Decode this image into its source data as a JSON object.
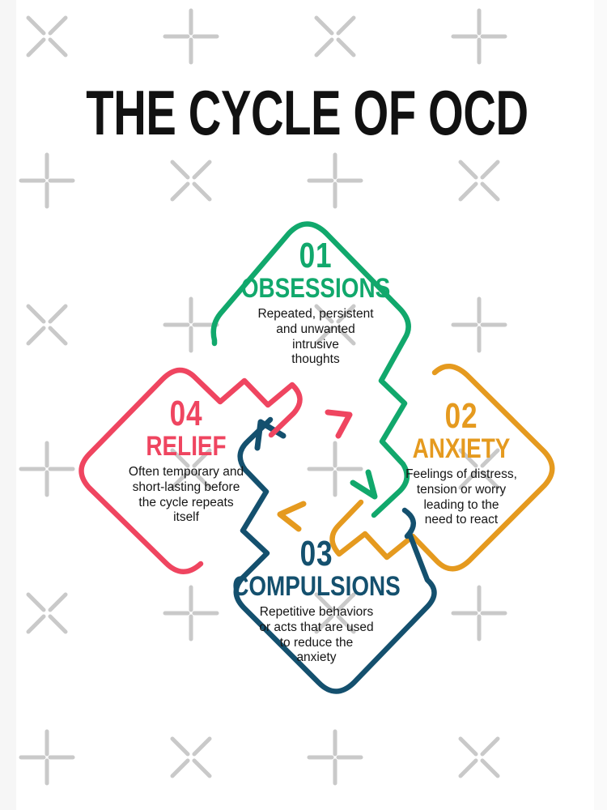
{
  "poster": {
    "title": "THE CYCLE OF OCD",
    "background_color": "#ffffff",
    "pattern_color": "#c9c9c9",
    "edge_strip_color": "#f6f6f6"
  },
  "palette": {
    "obsessions_green": "#11a86c",
    "anxiety_orange": "#e59a1f",
    "compulsions_navy": "#14506e",
    "relief_pink": "#ef4560",
    "body_text": "#151515",
    "title_text": "#111111"
  },
  "cycle": {
    "nodes": [
      {
        "number": "01",
        "title": "OBSESSIONS",
        "description": "Repeated, persistent\nand unwanted\nintrusive\nthoughts",
        "color": "#11a86c",
        "position": "top"
      },
      {
        "number": "02",
        "title": "ANXIETY",
        "description": "Feelings of distress,\ntension or worry\nleading to the\nneed to react",
        "color": "#e59a1f",
        "position": "right"
      },
      {
        "number": "03",
        "title": "COMPULSIONS",
        "description": "Repetitive behaviors\nor acts that are used\nto reduce the\nanxiety",
        "color": "#14506e",
        "position": "bottom"
      },
      {
        "number": "04",
        "title": "RELIEF",
        "description": "Often temporary and\nshort-lasting before\nthe cycle repeats\nitself",
        "color": "#ef4560",
        "position": "left"
      }
    ],
    "flow": [
      {
        "from": "01",
        "to": "02",
        "arrow_color": "#11a86c"
      },
      {
        "from": "02",
        "to": "03",
        "arrow_color": "#e59a1f"
      },
      {
        "from": "03",
        "to": "04",
        "arrow_color": "#14506e"
      },
      {
        "from": "04",
        "to": "01",
        "arrow_color": "#ef4560"
      }
    ]
  }
}
